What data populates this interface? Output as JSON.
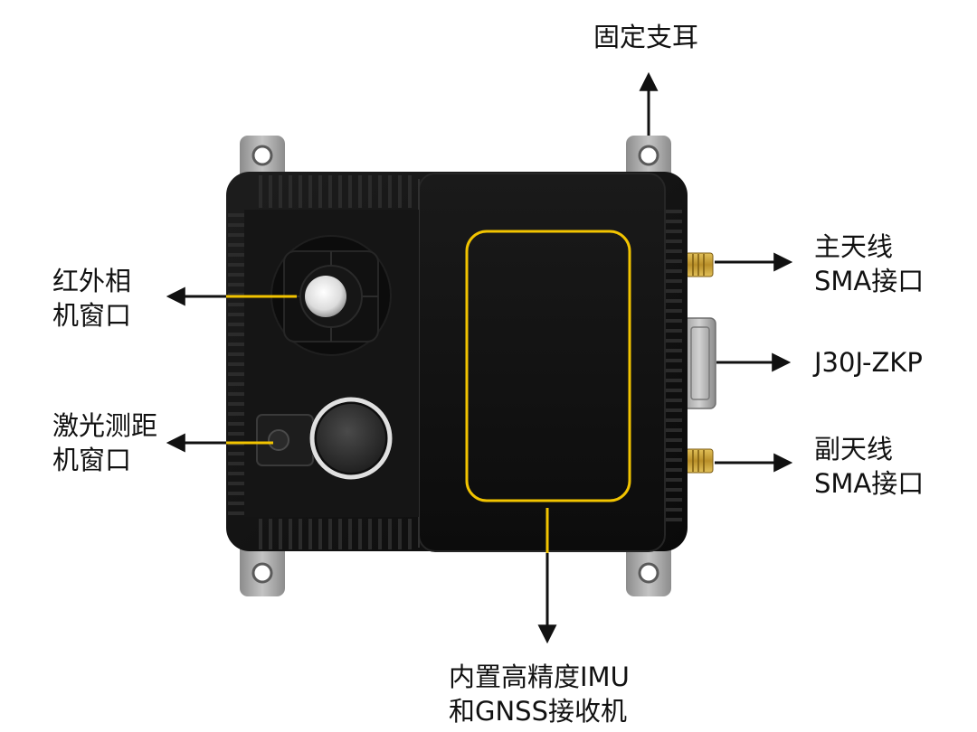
{
  "colors": {
    "body": "#111111",
    "fin": "#1a1a1a",
    "highlight": "#f2c400",
    "bracket": "#a3a3a3",
    "connector_gold": "#c9a23a",
    "arrow": "#111111"
  },
  "labels": {
    "bracket": {
      "line1": "固定支耳"
    },
    "ir_window": {
      "line1": "红外相",
      "line2": "机窗口"
    },
    "laser_window": {
      "line1": "激光测距",
      "line2": "机窗口"
    },
    "main_antenna": {
      "line1": "主天线",
      "line2": "SMA接口"
    },
    "connector": {
      "line1": "J30J-ZKP"
    },
    "aux_antenna": {
      "line1": "副天线",
      "line2": "SMA接口"
    },
    "imu": {
      "line1": "内置高精度IMU",
      "line2": "和GNSS接收机"
    }
  },
  "icons": {
    "arrow": "arrow-icon"
  }
}
